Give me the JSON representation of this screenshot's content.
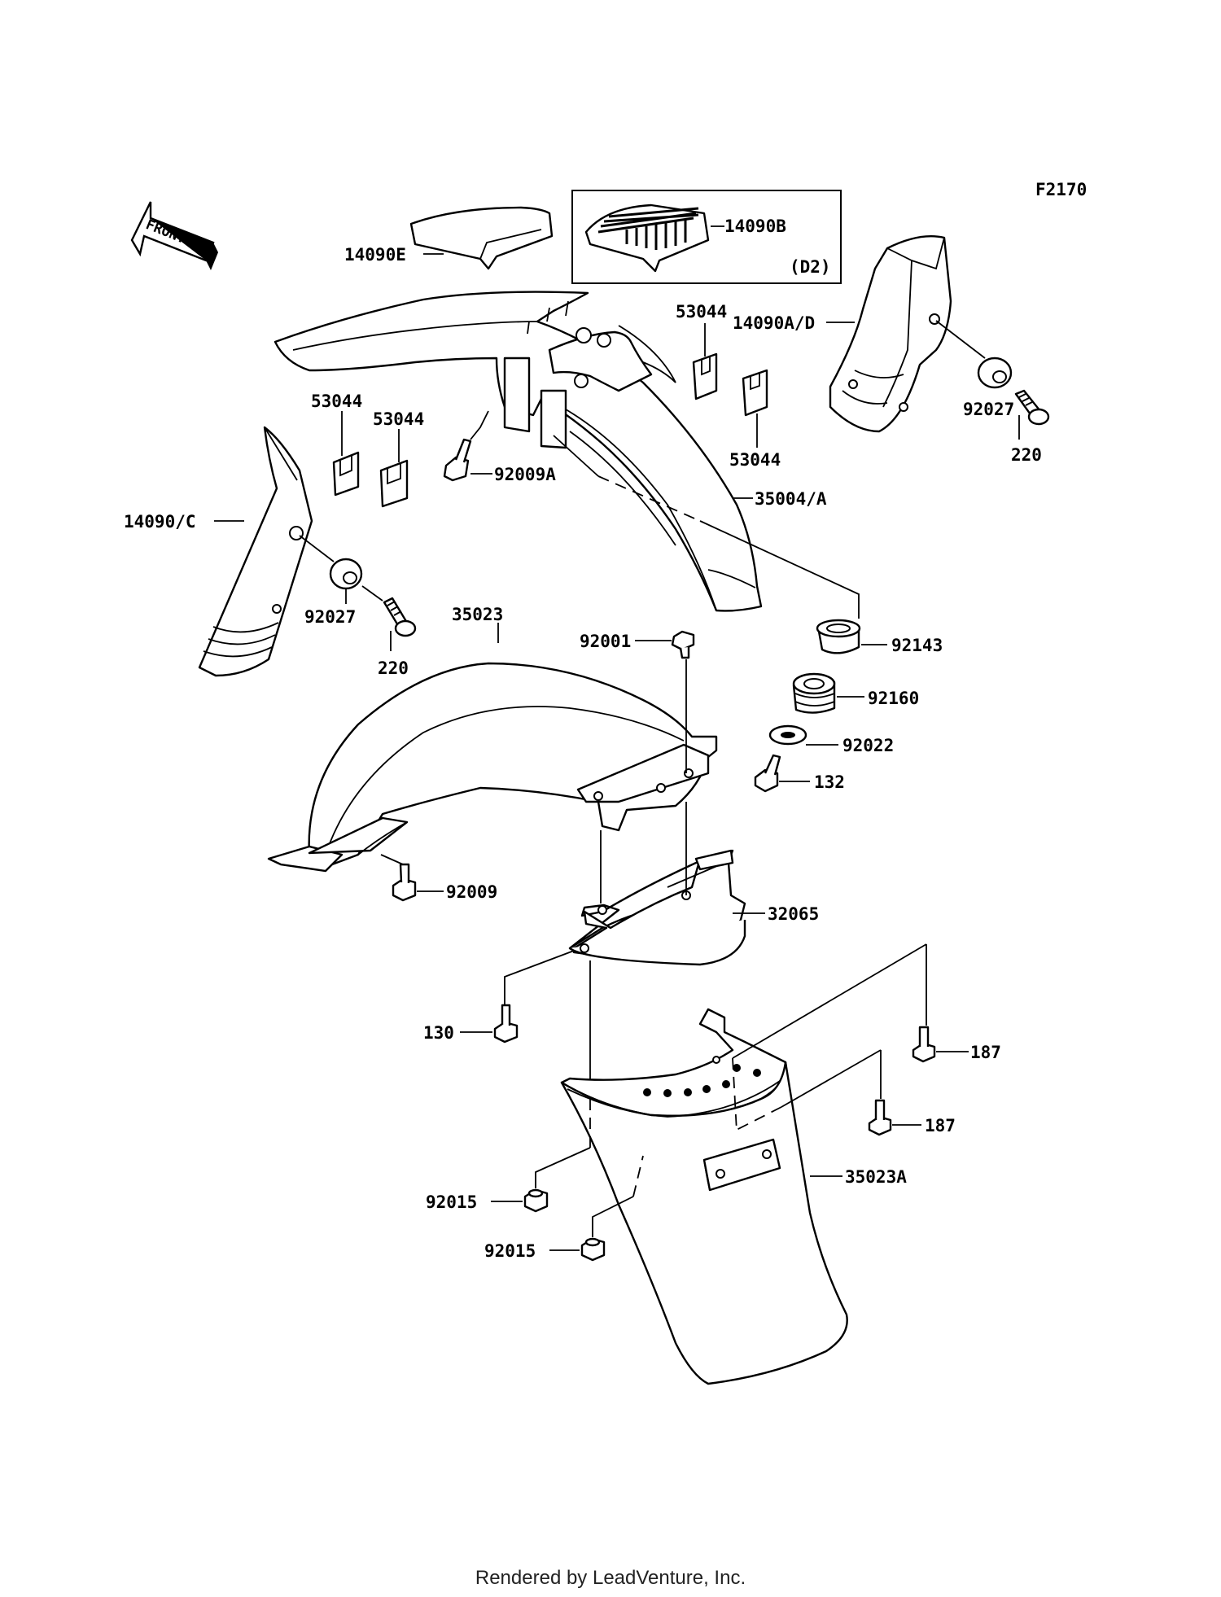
{
  "figure_code": "F2170",
  "front_label": "FRONT",
  "variant_note": "(D2)",
  "footer_text": "Rendered by LeadVenture, Inc.",
  "callouts": {
    "c_14090E": "14090E",
    "c_14090B": "14090B",
    "c_53044_top": "53044",
    "c_14090AD": "14090A/D",
    "c_53044_l1": "53044",
    "c_53044_l2": "53044",
    "c_53044_r": "53044",
    "c_92027_r": "92027",
    "c_220_r": "220",
    "c_92009A": "92009A",
    "c_35004A": "35004/A",
    "c_14090C": "14090/C",
    "c_92027_l": "92027",
    "c_220_l": "220",
    "c_35023": "35023",
    "c_92001": "92001",
    "c_92143": "92143",
    "c_92160": "92160",
    "c_92022": "92022",
    "c_132": "132",
    "c_92009": "92009",
    "c_32065": "32065",
    "c_130": "130",
    "c_187_a": "187",
    "c_187_b": "187",
    "c_35023A": "35023A",
    "c_92015_a": "92015",
    "c_92015_b": "92015"
  }
}
